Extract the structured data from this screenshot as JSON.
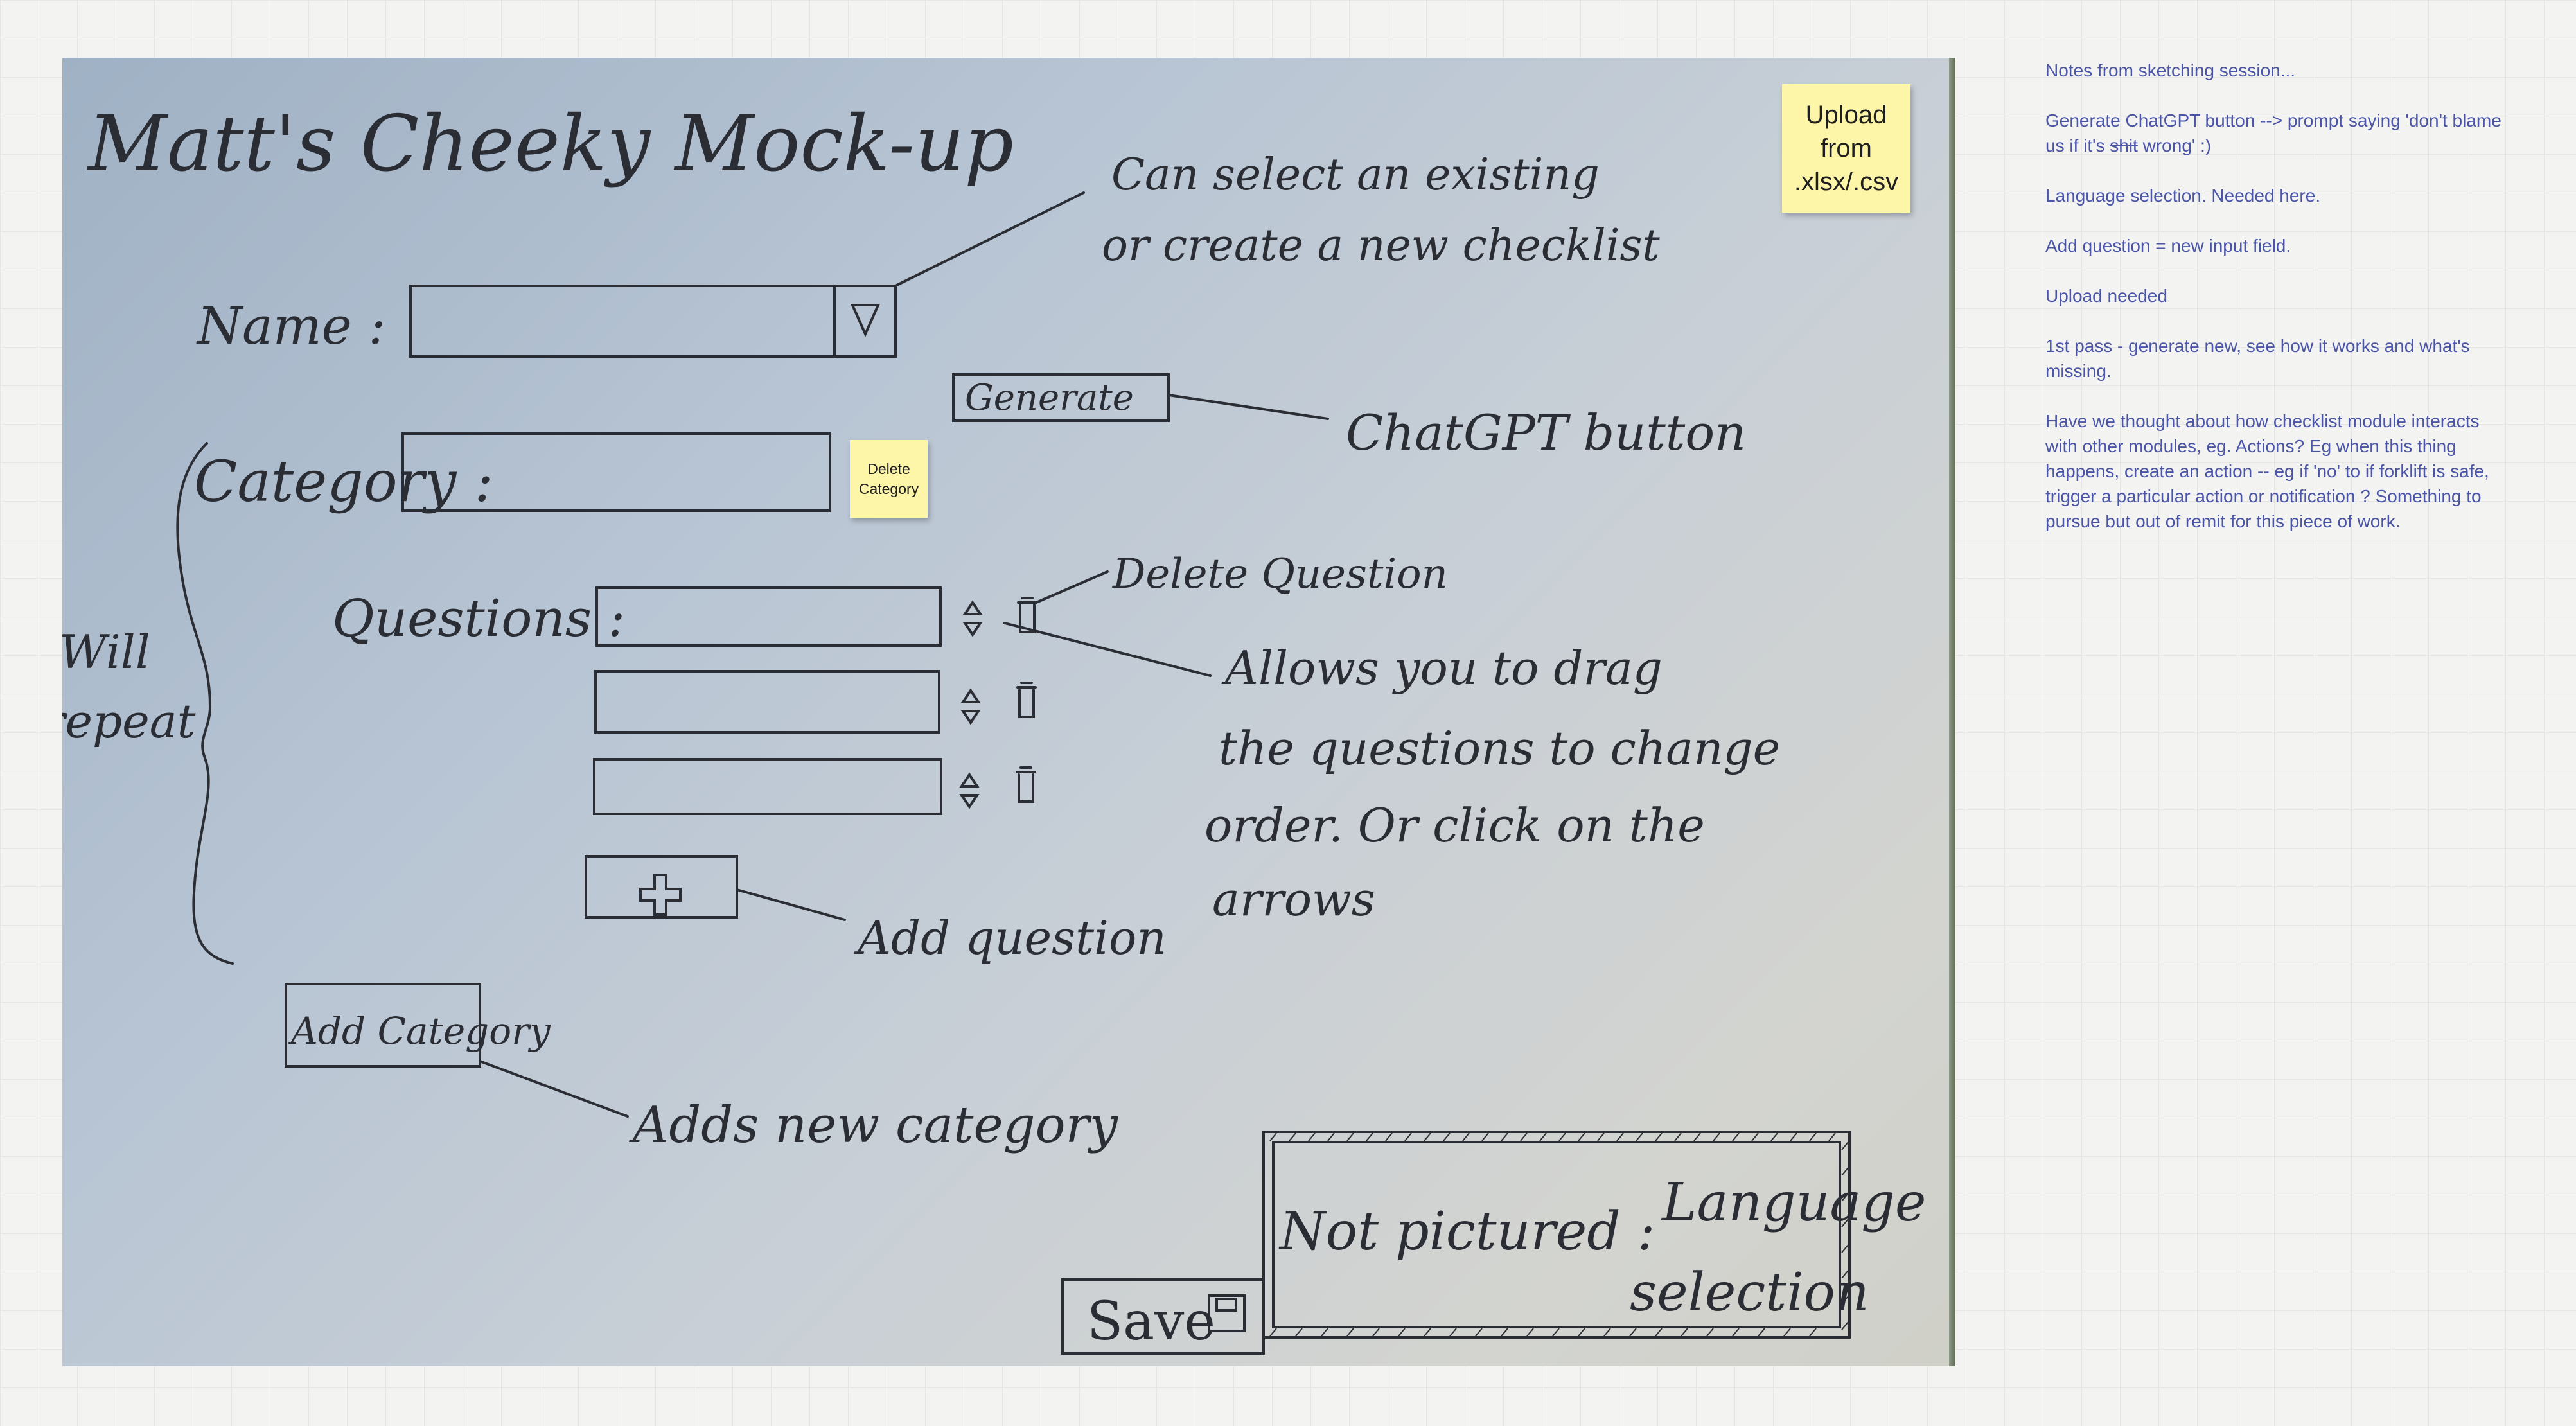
{
  "sketch": {
    "title": "Matt's Cheeky Mock-up",
    "name_label": "Name :",
    "category_label": "Category :",
    "questions_label": "Questions :",
    "will_repeat": [
      "Will",
      "repeat"
    ],
    "generate_button": "Generate",
    "add_category_button": "Add Category",
    "save_button": "Save",
    "add_question_icon": "plus-icon",
    "reorder_icon": "up-down-arrows-icon",
    "delete_icon": "trash-icon",
    "dropdown_icon": "triangle-down-icon",
    "save_icon": "floppy-disk-icon",
    "annotations": {
      "select_or_create": [
        "Can select an existing",
        "or create a new checklist"
      ],
      "chatgpt": "ChatGPT button",
      "delete_question": "Delete Question",
      "drag": [
        "Allows you to drag",
        "the questions to change",
        "order. Or click on the",
        "arrows"
      ],
      "add_question": "Add question",
      "adds_category": "Adds new category",
      "not_pictured": [
        "Not pictured :",
        "Language",
        "selection"
      ]
    }
  },
  "stickies": {
    "upload": "Upload from .xlsx/.csv",
    "delete_category": "Delete Category"
  },
  "notes": {
    "title": "Notes from sketching session...",
    "generate_pre": "Generate ChatGPT button --> prompt saying 'don't blame us if it's ",
    "generate_strike": "shit",
    "generate_post": " wrong' :)",
    "language": "Language selection. Needed here.",
    "add_question": "Add question = new input field.",
    "upload": "Upload needed",
    "first_pass": "1st pass - generate new, see how it works and what's missing.",
    "modules": "Have we thought about how checklist module interacts with other modules, eg. Actions? Eg when this thing happens, create an action -- eg if 'no' to if forklift is safe, trigger a particular action or notification ? Something to pursue but out of remit for this piece of work."
  },
  "colors": {
    "note_text": "#4b55a8",
    "sticky": "#fdf6a8",
    "ink": "#2a2d33"
  }
}
